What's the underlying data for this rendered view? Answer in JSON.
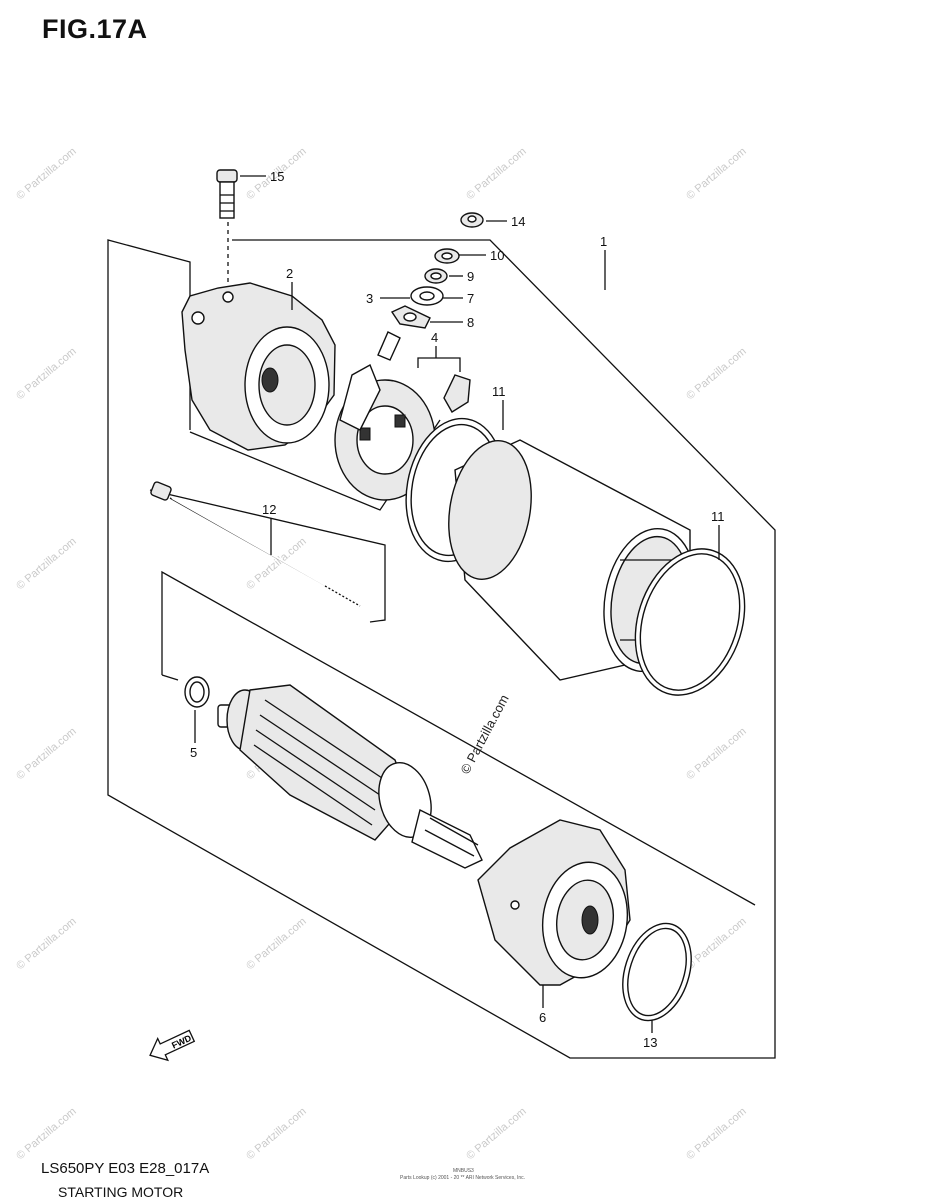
{
  "figure": {
    "title": "FIG.17A",
    "model_code": "LS650PY E03 E28_017A",
    "section_title": "STARTING MOTOR",
    "footer_code": "MNBUS3",
    "footer_copyright": "Parts Lookup (c) 2001 - 20 ** ARI Network Services, Inc."
  },
  "watermark": "© Partzilla.com",
  "fwd_label": "FWD",
  "callouts": [
    {
      "id": "1",
      "label": "1"
    },
    {
      "id": "2",
      "label": "2"
    },
    {
      "id": "3",
      "label": "3"
    },
    {
      "id": "4",
      "label": "4"
    },
    {
      "id": "5",
      "label": "5"
    },
    {
      "id": "6",
      "label": "6"
    },
    {
      "id": "7",
      "label": "7"
    },
    {
      "id": "8",
      "label": "8"
    },
    {
      "id": "9",
      "label": "9"
    },
    {
      "id": "10",
      "label": "10"
    },
    {
      "id": "11a",
      "label": "11"
    },
    {
      "id": "11b",
      "label": "11"
    },
    {
      "id": "12",
      "label": "12"
    },
    {
      "id": "13",
      "label": "13"
    },
    {
      "id": "14",
      "label": "14"
    },
    {
      "id": "15",
      "label": "15"
    }
  ]
}
